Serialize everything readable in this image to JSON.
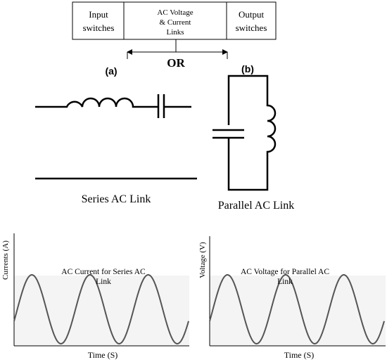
{
  "block_diagram": {
    "box_left_line1": "Input",
    "box_left_line2": "switches",
    "box_center_line1": "AC Voltage",
    "box_center_line2": "& Current",
    "box_center_line3": "Links",
    "box_right_line1": "Output",
    "box_right_line2": "switches",
    "or_label": "OR"
  },
  "circuits": {
    "series_tag": "(a)",
    "parallel_tag": "(b)",
    "series_caption": "Series  AC Link",
    "parallel_caption": "Parallel AC Link"
  },
  "waveforms": [
    {
      "ylabel": "Currents (A)",
      "xlabel": "Time (S)",
      "title_line1": "AC Current  for Series  AC",
      "title_line2": "Link",
      "cycles": 3
    },
    {
      "ylabel": "Voltage (V)",
      "xlabel": "Time (S)",
      "title_line1": "AC Voltage for Parallel AC",
      "title_line2": "Link",
      "cycles": 3
    }
  ],
  "colors": {
    "line": "#000000",
    "wave": "#555555",
    "panel_fill": "#f4f4f4"
  }
}
